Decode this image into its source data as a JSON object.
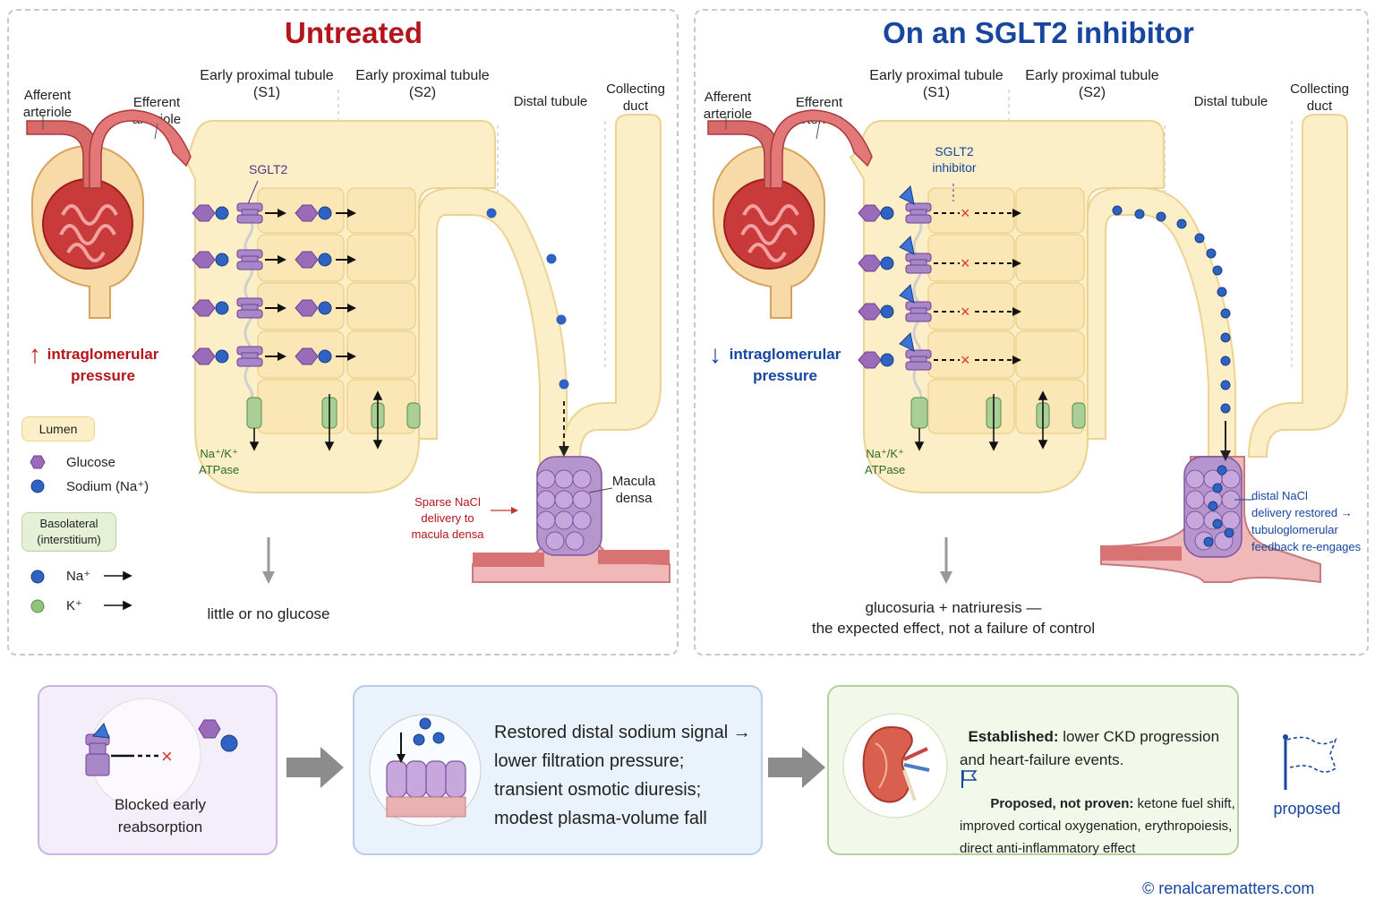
{
  "untreated": {
    "title": "Untreated",
    "afferent": "Afferent\narteriole",
    "efferent": "Efferent\narteriole",
    "s1": "Early proximal tubule\n(S1)",
    "s2": "Early proximal tubule\n(S2)",
    "distal": "Distal tubule",
    "collecting": "Collecting\nduct",
    "sglt2": "SGLT2",
    "atpase": "Na⁺/K⁺\nATPase",
    "pressure": "intraglomerular\npressure",
    "sparse": "Sparse NaCl\ndelivery to\nmacula densa",
    "macula": "Macula\ndensa",
    "urine": "little or no glucose",
    "legend": {
      "lumen": "Lumen",
      "glucose": "Glucose",
      "sodium": "Sodium (Na⁺)",
      "basolateral": "Basolateral\n(interstitium)",
      "na": "Na⁺",
      "k": "K⁺"
    }
  },
  "treated": {
    "title": "On an SGLT2 inhibitor",
    "afferent": "Afferent\narteriole",
    "efferent": "Efferent\narteriole",
    "s1": "Early proximal tubule\n(S1)",
    "s2": "Early proximal tubule\n(S2)",
    "distal": "Distal tubule",
    "collecting": "Collecting\nduct",
    "inhibitor": "SGLT2\ninhibitor",
    "atpase": "Na⁺/K⁺\nATPase",
    "pressure": "intraglomerular\npressure",
    "restored": "distal NaCl\ndelivery restored →\ntubuloglomerular\nfeedback re-engages",
    "urine": "glucosuria + natriuresis —\nthe expected effect, not a failure of control"
  },
  "bottom": {
    "step1": "Blocked early\nreabsorption",
    "step2": "Restored distal sodium signal →\nlower filtration pressure;\ntransient osmotic diuresis;\nmodest plasma-volume fall",
    "step3_established_label": "Established:",
    "step3_established_text": " lower CKD progression\nand heart-failure events.",
    "step3_proposed_label": "Proposed, not proven:",
    "step3_proposed_text": " ketone fuel shift,\nimproved cortical oxygenation, erythropoiesis,\ndirect anti-inflammatory effect",
    "proposed_flag": "proposed",
    "credit": "© renalcarematters.com"
  },
  "colors": {
    "red_title": "#b3151b",
    "blue_title": "#1646a0",
    "tubule": "#fcefc8",
    "tubule_edge": "#ecd392",
    "glucose": "#9a6bb8",
    "sodium": "#2e63c4",
    "atpase": "#a9cf97",
    "vessel": "#d96a6a"
  },
  "icons": [
    "up-arrow-icon",
    "down-arrow-icon",
    "x-block-icon",
    "kidney-icon",
    "flag-icon",
    "transporter-icon",
    "glucose-icon",
    "sodium-icon",
    "potassium-icon"
  ]
}
